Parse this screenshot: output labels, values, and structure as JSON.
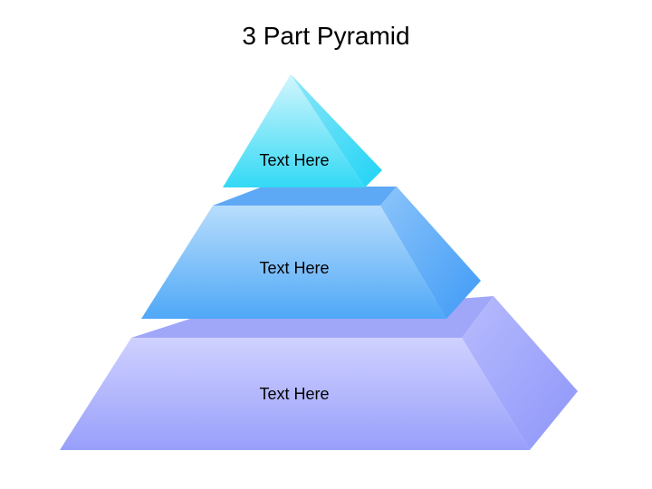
{
  "title": "3 Part Pyramid",
  "tiers": [
    {
      "label": "Text Here",
      "color": "#33D9F5"
    },
    {
      "label": "Text Here",
      "color": "#55AAF7"
    },
    {
      "label": "Text Here",
      "color": "#9FA5FA"
    }
  ]
}
